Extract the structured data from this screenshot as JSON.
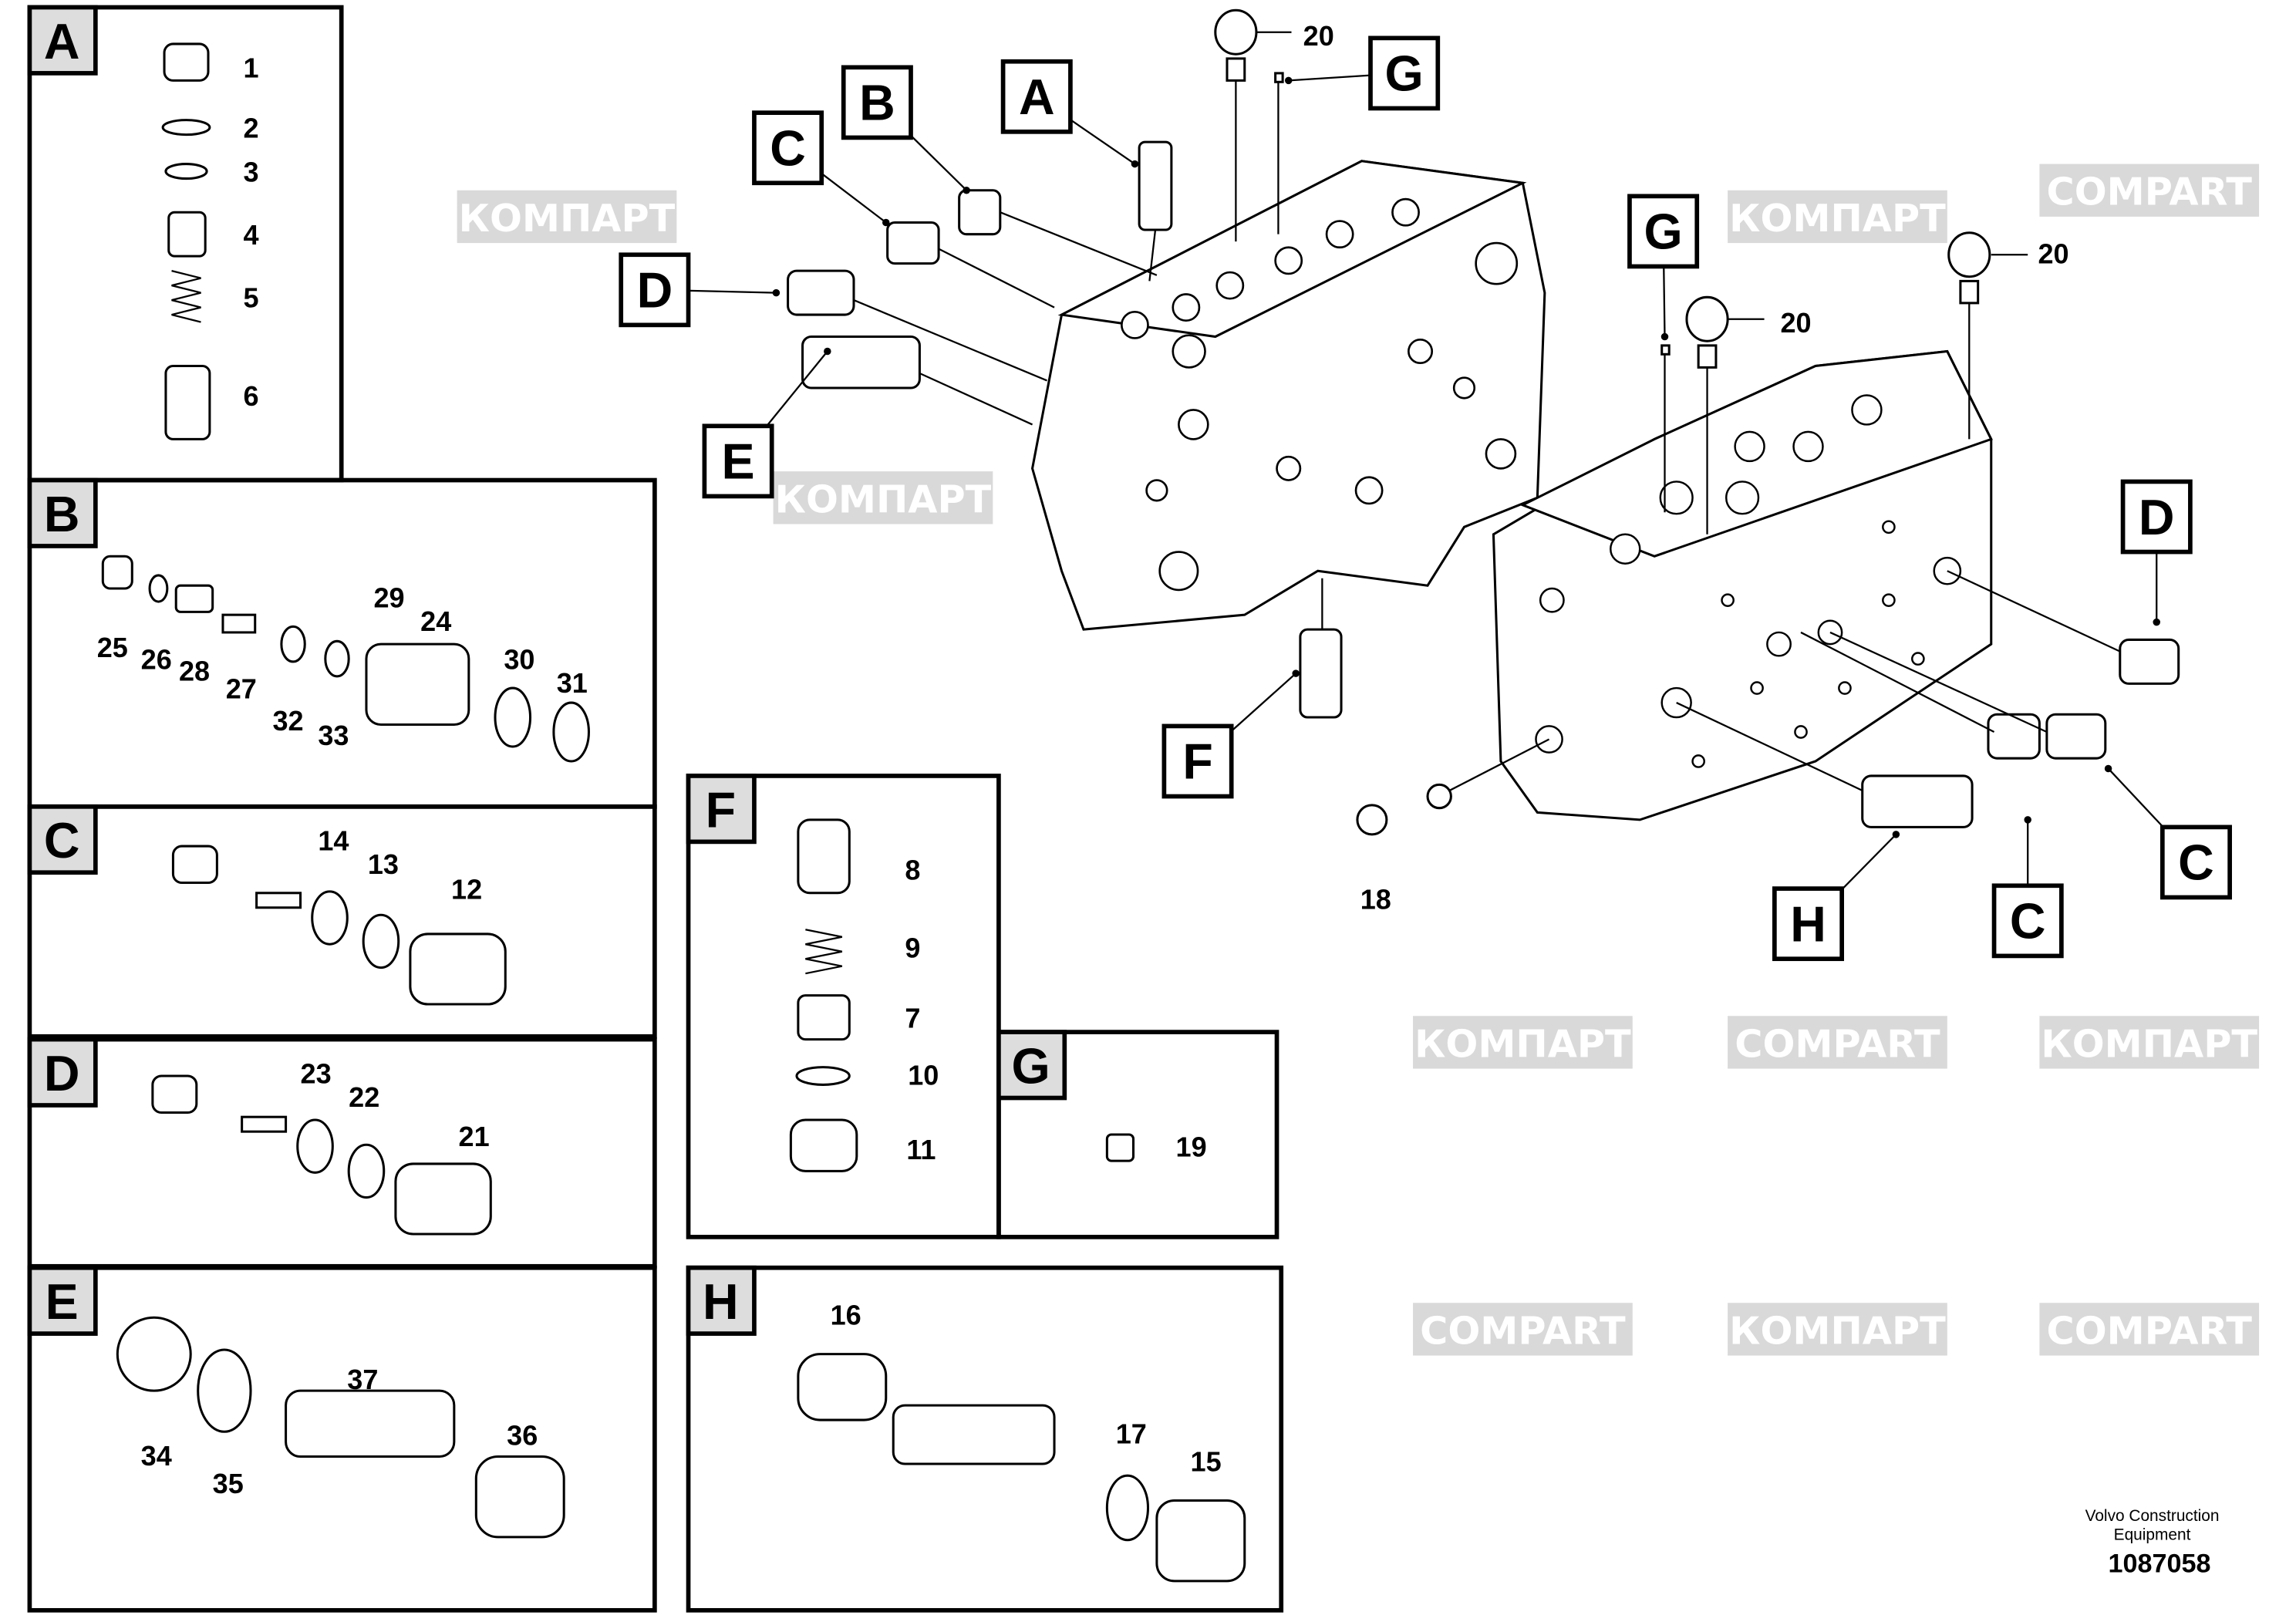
{
  "watermarks": {
    "cyrillic": "КОМПАРТ",
    "latin": "COMPART"
  },
  "panels": {
    "A": "A",
    "B": "B",
    "C": "C",
    "D": "D",
    "E": "E",
    "F": "F",
    "G": "G",
    "H": "H"
  },
  "parts": {
    "A": [
      "1",
      "2",
      "3",
      "4",
      "5",
      "6"
    ],
    "B": [
      "25",
      "26",
      "28",
      "27",
      "32",
      "33",
      "29",
      "24",
      "30",
      "31"
    ],
    "C": [
      "14",
      "13",
      "12"
    ],
    "D": [
      "23",
      "22",
      "21"
    ],
    "E": [
      "34",
      "35",
      "37",
      "36"
    ],
    "F": [
      "8",
      "9",
      "7",
      "10",
      "11"
    ],
    "G": [
      "19"
    ],
    "H": [
      "16",
      "17",
      "15"
    ]
  },
  "main": {
    "callouts": [
      "B",
      "A",
      "C",
      "D",
      "E",
      "G",
      "G",
      "F",
      "D",
      "C",
      "C",
      "H"
    ],
    "numbers": [
      "20",
      "20",
      "20",
      "18"
    ]
  },
  "footer": {
    "line1": "Volvo Construction",
    "line2": "Equipment",
    "drawing_number": "1087058"
  }
}
